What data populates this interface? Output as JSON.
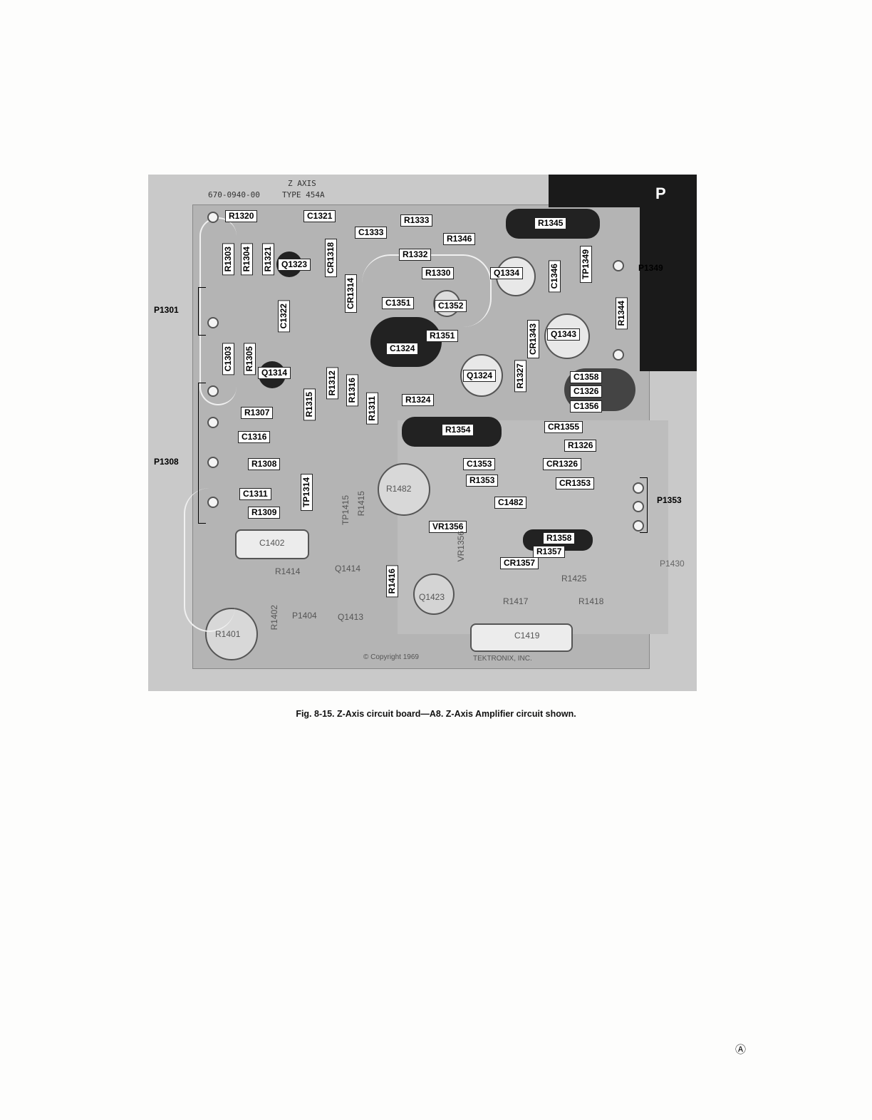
{
  "board": {
    "header_title": "Z AXIS",
    "part_number": "670-0940-00",
    "model": "TYPE 454A",
    "corner_mark": "P",
    "copyright": "© Copyright 1969",
    "maker": "TEKTRONIX, INC."
  },
  "labels_horizontal": [
    "R1320",
    "C1321",
    "C1333",
    "R1333",
    "R1346",
    "R1345",
    "R1332",
    "Q1323",
    "R1330",
    "Q1334",
    "C1351",
    "C1352",
    "R1351",
    "Q1343",
    "C1324",
    "Q1314",
    "Q1324",
    "C1358",
    "C1326",
    "C1356",
    "R1324",
    "R1307",
    "R1354",
    "CR1355",
    "C1316",
    "R1326",
    "R1308",
    "C1353",
    "CR1326",
    "R1353",
    "CR1353",
    "C1311",
    "C1482",
    "R1309",
    "VR1356",
    "R1358",
    "R1357",
    "CR1357"
  ],
  "labels_vertical": [
    "R1303",
    "R1304",
    "R1321",
    "CR1318",
    "CR1314",
    "C1346",
    "TP1349",
    "C1322",
    "R1344",
    "CR1343",
    "C1303",
    "R1305",
    "R1312",
    "R1316",
    "R1327",
    "R1315",
    "R1311",
    "TP1314",
    "R1416"
  ],
  "labels_faint": [
    "R1482",
    "C1402",
    "R1414",
    "Q1414",
    "R1415",
    "TP1415",
    "Q1423",
    "R1425",
    "R1417",
    "R1418",
    "R1401",
    "R1402",
    "P1404",
    "Q1413",
    "C1419",
    "VR1356"
  ],
  "external_labels": {
    "p1301": "P1301",
    "p1308": "P1308",
    "p1349": "P1349",
    "p1353": "P1353",
    "p1430": "P1430"
  },
  "caption": "Fig. 8-15. Z-Axis circuit board—A8. Z-Axis Amplifier circuit shown.",
  "page_mark": "Ⓐ"
}
